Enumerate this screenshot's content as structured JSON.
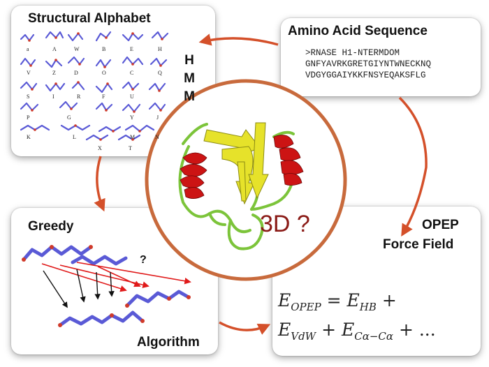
{
  "panels": {
    "structural_alphabet": {
      "title": "Structural Alphabet",
      "hmm_letters": [
        "H",
        "M",
        "M"
      ]
    },
    "amino_acid": {
      "title": "Amino Acid Sequence",
      "lines": [
        ">RNASE H1-NTERMDOM",
        "GNFYAVRKGRETGIYNTWNECKNQ",
        "VDGYGGAIYKKFNSYEQAKSFLG"
      ]
    },
    "greedy": {
      "title": "Greedy",
      "subtitle": "Algorithm",
      "question": "?"
    },
    "opep": {
      "title_line1": "OPEP",
      "title_line2": "Force Field"
    }
  },
  "alphabet_letters": [
    "a",
    "A",
    "W",
    "B",
    "E",
    "H",
    "V",
    "Z",
    "D",
    "O",
    "C",
    "Q",
    "S",
    "I",
    "R",
    "F",
    "U",
    "P",
    "G",
    "Y",
    "J",
    "K",
    "L",
    "M",
    "N",
    "X",
    "T"
  ],
  "center": {
    "label": "3D ?"
  },
  "equation": {
    "E": "E",
    "opep_sub": "OPEP",
    "eq": "=",
    "hb_sub": "HB",
    "plus": "+",
    "vdw_sub": "VdW",
    "ca_sub": "Cα−Cα",
    "ellipsis": "..."
  },
  "colors": {
    "arrow": "#d4502a",
    "circle": "#c86a3c",
    "helix": "#cc1414",
    "strand": "#e6e22a",
    "loop": "#7cc43a",
    "stick": "#5a5ad6",
    "red_arrow": "#e01a1a"
  }
}
